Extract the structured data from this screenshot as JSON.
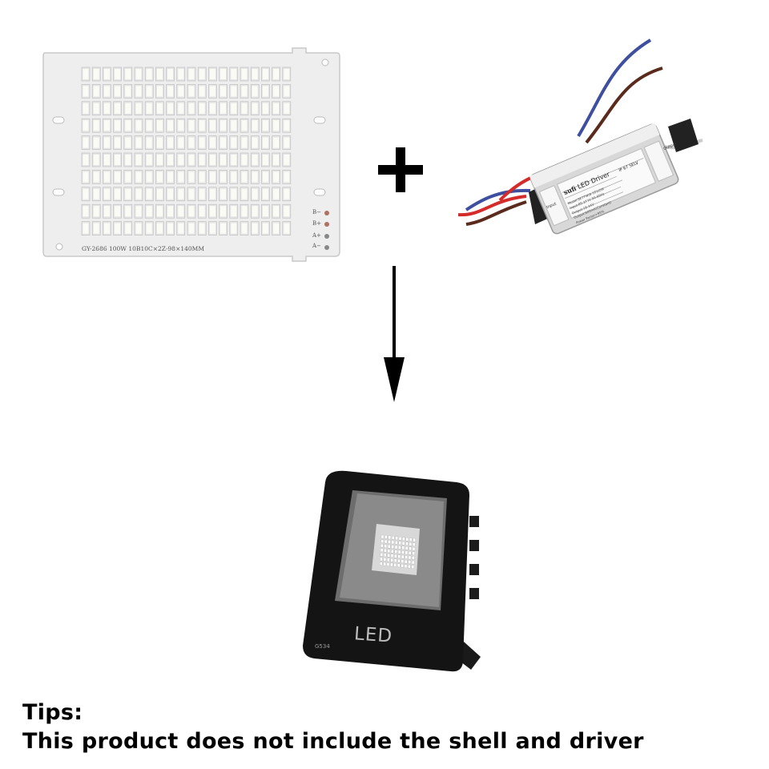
{
  "board": {
    "model_label": "GY-2686 100W 10B10C×2Z-98×140MM",
    "pins": [
      "B−",
      "B+",
      "A+",
      "A−"
    ]
  },
  "driver": {
    "brand": "sufi",
    "title": "LED Driver",
    "rating": "IP 67 SELV",
    "input_label": "Input",
    "output_label": "Output",
    "spec_lines": [
      "Model:SE77W(8-10)x2W",
      "Input:85-277V  50-60Hz",
      "Output:18-34V",
      "Output:600mA(Constant)",
      "Power Factor>95%"
    ]
  },
  "floodlight": {
    "logo": "LED",
    "model": "G534"
  },
  "tips": {
    "title": "Tips:",
    "text": "This product does not include the shell and driver"
  },
  "colors": {
    "pcb": "#f1f1f1",
    "led": "#fafafa",
    "frame": "#151515",
    "wire_red": "#d42b2b",
    "wire_blue": "#3d4f9e",
    "wire_brown": "#5a2a1c"
  }
}
